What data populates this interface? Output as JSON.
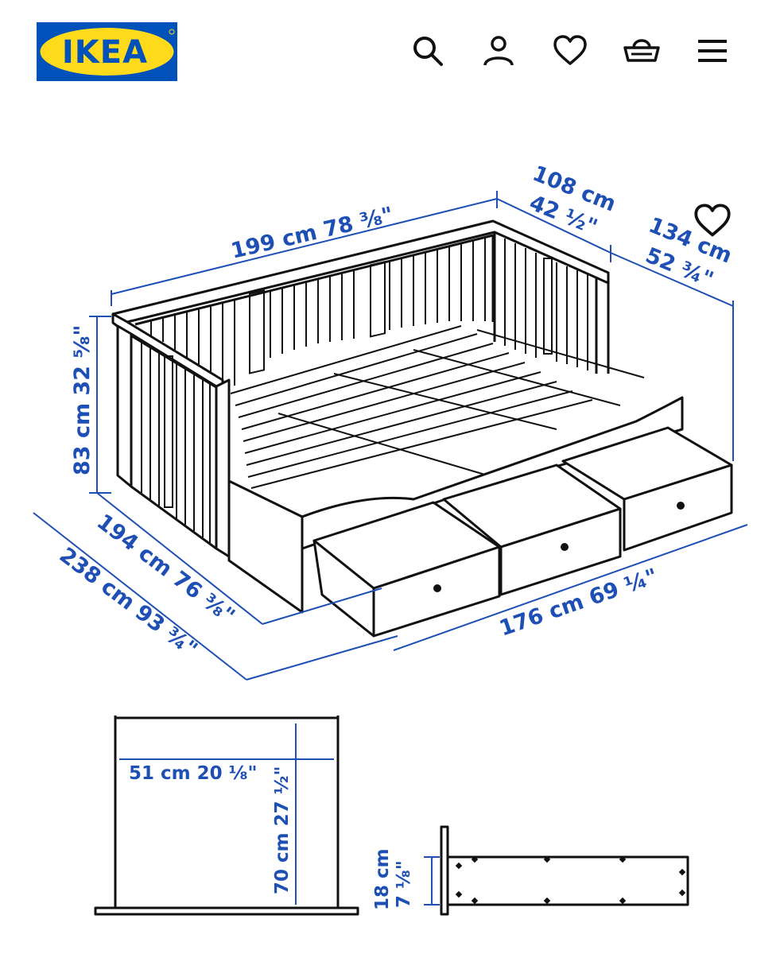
{
  "brand": {
    "logo_text": "IKEA",
    "logo_blue": "#0051BA",
    "logo_yellow": "#FFDA1A"
  },
  "header_icons": [
    {
      "name": "search-icon"
    },
    {
      "name": "account-icon"
    },
    {
      "name": "favorites-icon"
    },
    {
      "name": "cart-icon"
    },
    {
      "name": "menu-icon"
    }
  ],
  "product_favorite_icon": "heart-icon",
  "dimension_color": "#1d4fb4",
  "dimensions": {
    "top_length": "199 cm 78 ⅜\"",
    "top_depth_cm": "108 cm",
    "top_depth_in": "42 ½\"",
    "right_depth_cm": "134 cm",
    "right_depth_in": "52 ¾\"",
    "height": "83 cm 32 ⅝\"",
    "bottom_left_inner": "194 cm 76 ⅜\"",
    "bottom_left_outer": "238 cm 93 ¾\"",
    "bottom_front": "176 cm 69 ¼\"",
    "drawer_width": "51 cm 20 ⅛\"",
    "drawer_depth": "70 cm 27 ½\"",
    "drawer_height_cm": "18 cm",
    "drawer_height_in": "7 ⅛\""
  }
}
